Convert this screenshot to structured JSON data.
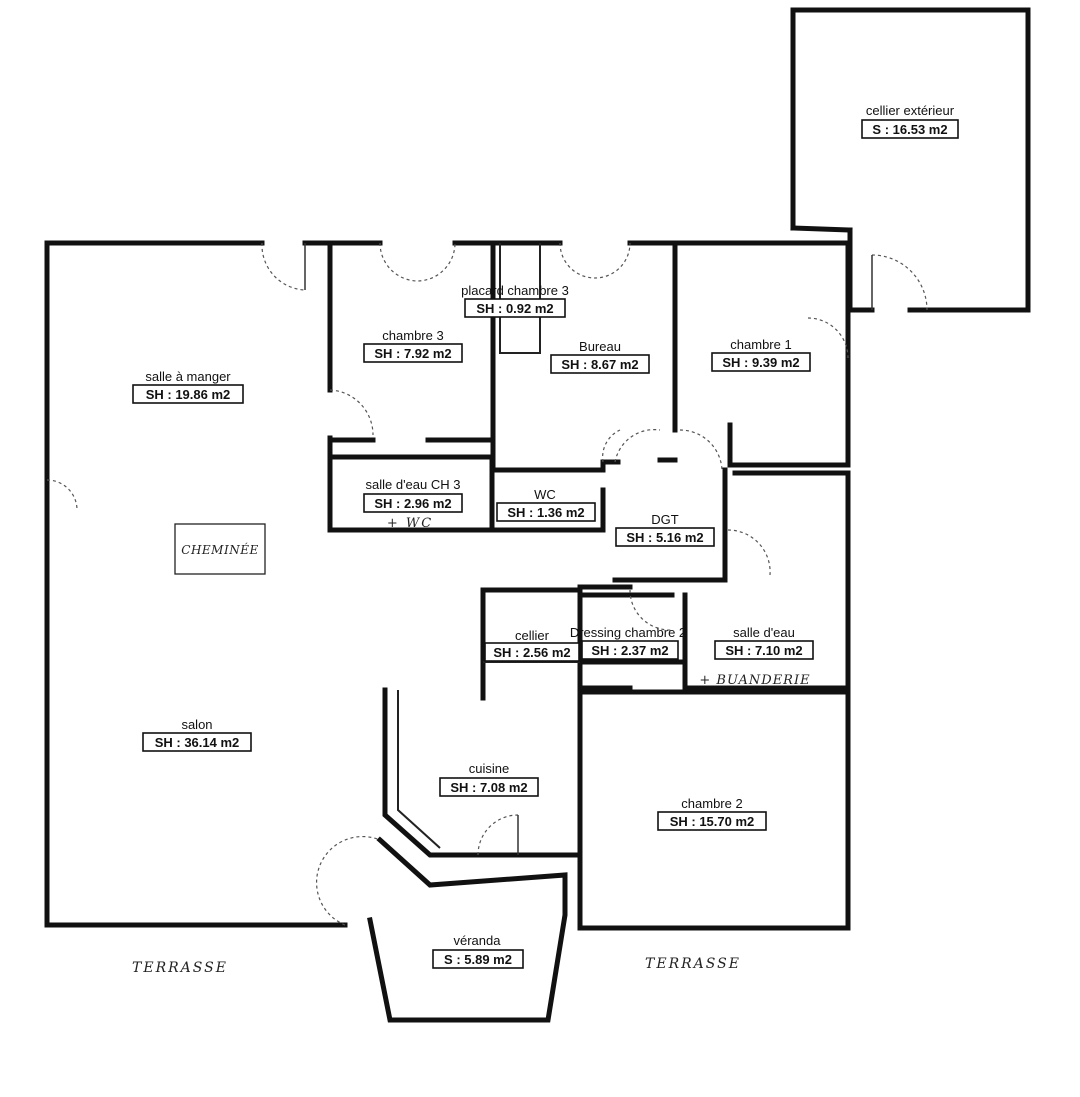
{
  "rooms": {
    "cellier_ext": {
      "name": "cellier extérieur",
      "area": "S : 16.53 m2"
    },
    "salle_manger": {
      "name": "salle à manger",
      "area": "SH : 19.86 m2"
    },
    "placard_ch3": {
      "name": "placard chambre 3",
      "area": "SH : 0.92 m2"
    },
    "chambre3": {
      "name": "chambre 3",
      "area": "SH : 7.92 m2"
    },
    "bureau": {
      "name": "Bureau",
      "area": "SH : 8.67 m2"
    },
    "chambre1": {
      "name": "chambre 1",
      "area": "SH : 9.39 m2"
    },
    "sde_ch3": {
      "name": "salle d'eau CH 3",
      "area": "SH : 2.96 m2"
    },
    "wc": {
      "name": "WC",
      "area": "SH : 1.36 m2"
    },
    "dgt": {
      "name": "DGT",
      "area": "SH : 5.16 m2"
    },
    "cellier": {
      "name": "cellier",
      "area": "SH : 2.56 m2"
    },
    "dressing_ch2": {
      "name": "Dressing chambre 2",
      "area": "SH : 2.37 m2"
    },
    "salle_eau": {
      "name": "salle d'eau",
      "area": "SH : 7.10 m2"
    },
    "salon": {
      "name": "salon",
      "area": "SH : 36.14 m2"
    },
    "cuisine": {
      "name": "cuisine",
      "area": "SH : 7.08 m2"
    },
    "chambre2": {
      "name": "chambre 2",
      "area": "SH : 15.70 m2"
    },
    "veranda": {
      "name": "véranda",
      "area": "S : 5.89 m2"
    }
  },
  "annotations": {
    "cheminee": "CHEMINÉE",
    "wc_note": "+ WC",
    "buanderie": "+ BUANDERIE",
    "terrasse_left": "TERRASSE",
    "terrasse_right": "TERRASSE"
  }
}
